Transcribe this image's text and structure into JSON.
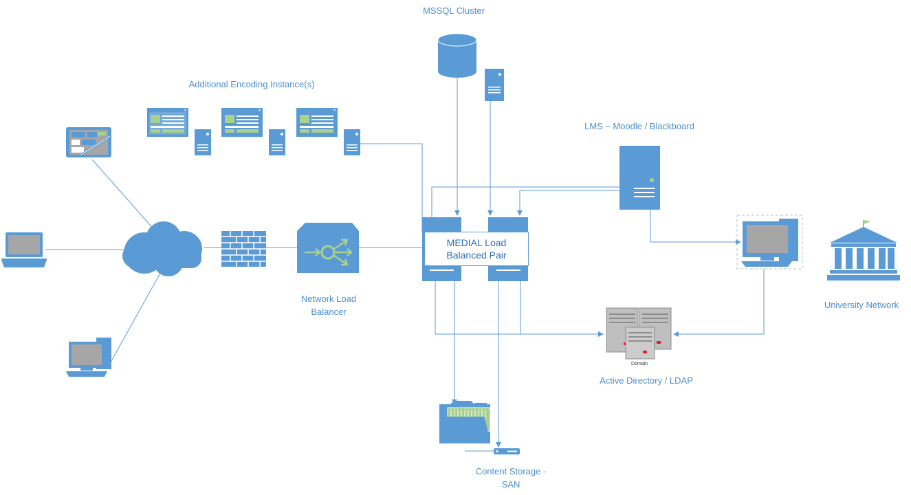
{
  "labels": {
    "mssql": "MSSQL Cluster",
    "encoding": "Additional Encoding Instance(s)",
    "lms": "LMS – Moodle / Blackboard",
    "nlb_line1": "Network Load",
    "nlb_line2": "Balancer",
    "medial_line1": "MEDIAL Load",
    "medial_line2": "Balanced Pair",
    "university": "University Network",
    "ad": "Active Directory / LDAP",
    "domain": "Domain",
    "storage_line1": "Content Storage -",
    "storage_line2": "SAN"
  },
  "colors": {
    "primary": "#5b9bd5",
    "line": "#5b9bd5",
    "label": "#4a8fd0",
    "screen": "#a6a6a6",
    "accent_green": "#a9d18e",
    "server_gray": "#bfbfbf",
    "indicator_red": "#e02020"
  }
}
